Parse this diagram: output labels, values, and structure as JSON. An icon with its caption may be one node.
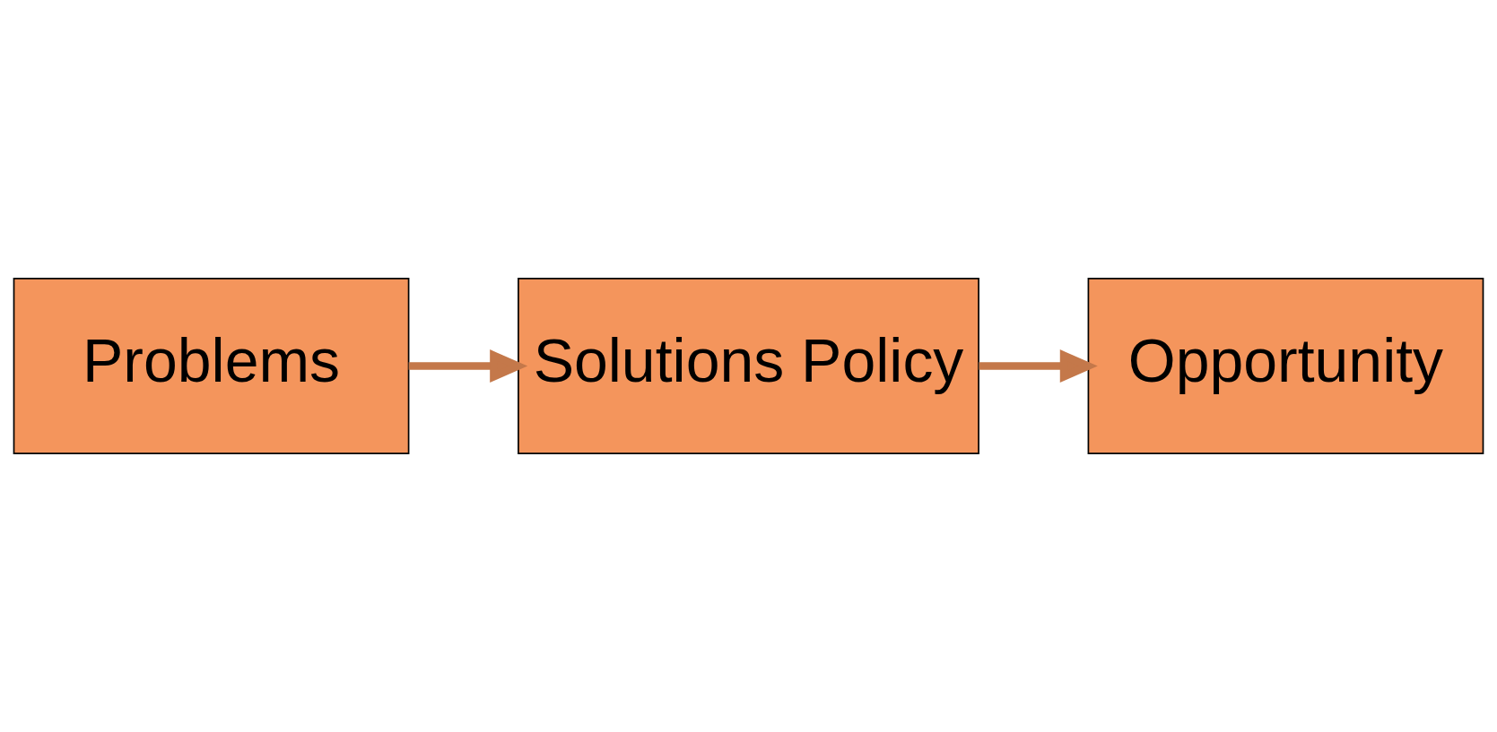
{
  "diagram": {
    "nodes": [
      {
        "text": [
          "Problems"
        ]
      },
      {
        "text": [
          "Solutions Policy"
        ]
      },
      {
        "text": [
          "Opportunity"
        ]
      }
    ],
    "edges": [
      {
        "from": 0,
        "to": 1,
        "arrow": "to"
      },
      {
        "from": 1,
        "to": 2,
        "arrow": "to"
      }
    ]
  }
}
